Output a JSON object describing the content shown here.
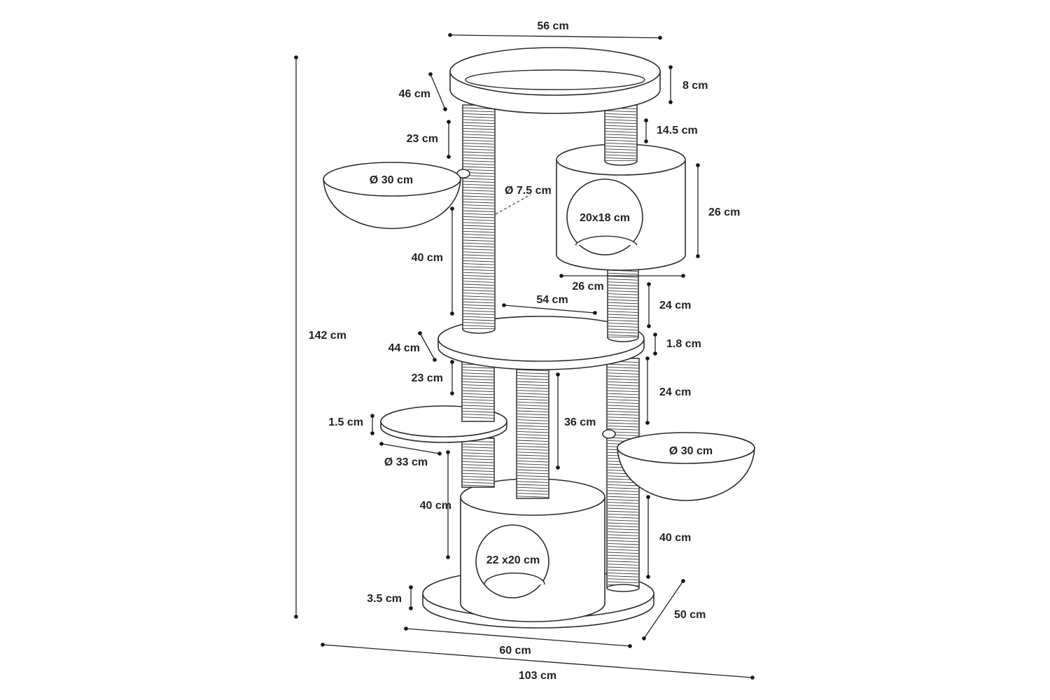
{
  "dimensions": {
    "top_width": "56 cm",
    "top_rim_height": "8 cm",
    "top_depth": "46 cm",
    "upper_post_gap": "23 cm",
    "right_top_post": "14.5 cm",
    "left_bowl_diameter": "Ø 30 cm",
    "post_diameter": "Ø 7.5 cm",
    "condo_opening_upper": "20x18 cm",
    "condo_height_upper": "26 cm",
    "condo_width_upper": "26 cm",
    "left_post_long": "40 cm",
    "mid_platform_width": "54 cm",
    "right_post_under_condo": "24 cm",
    "total_height": "142 cm",
    "mid_platform_depth": "44 cm",
    "mid_platform_thickness": "1.8 cm",
    "lower_left_post": "23 cm",
    "right_post_lower": "24 cm",
    "center_post": "36 cm",
    "small_platform_thickness": "1.5 cm",
    "right_bowl_diameter": "Ø 30 cm",
    "small_platform_diameter": "Ø 33 cm",
    "left_post_bottom": "40 cm",
    "right_post_bottom": "40 cm",
    "condo_opening_lower": "22 x20 cm",
    "base_thickness": "3.5 cm",
    "base_depth": "50 cm",
    "base_width": "60 cm",
    "total_width": "103 cm"
  }
}
